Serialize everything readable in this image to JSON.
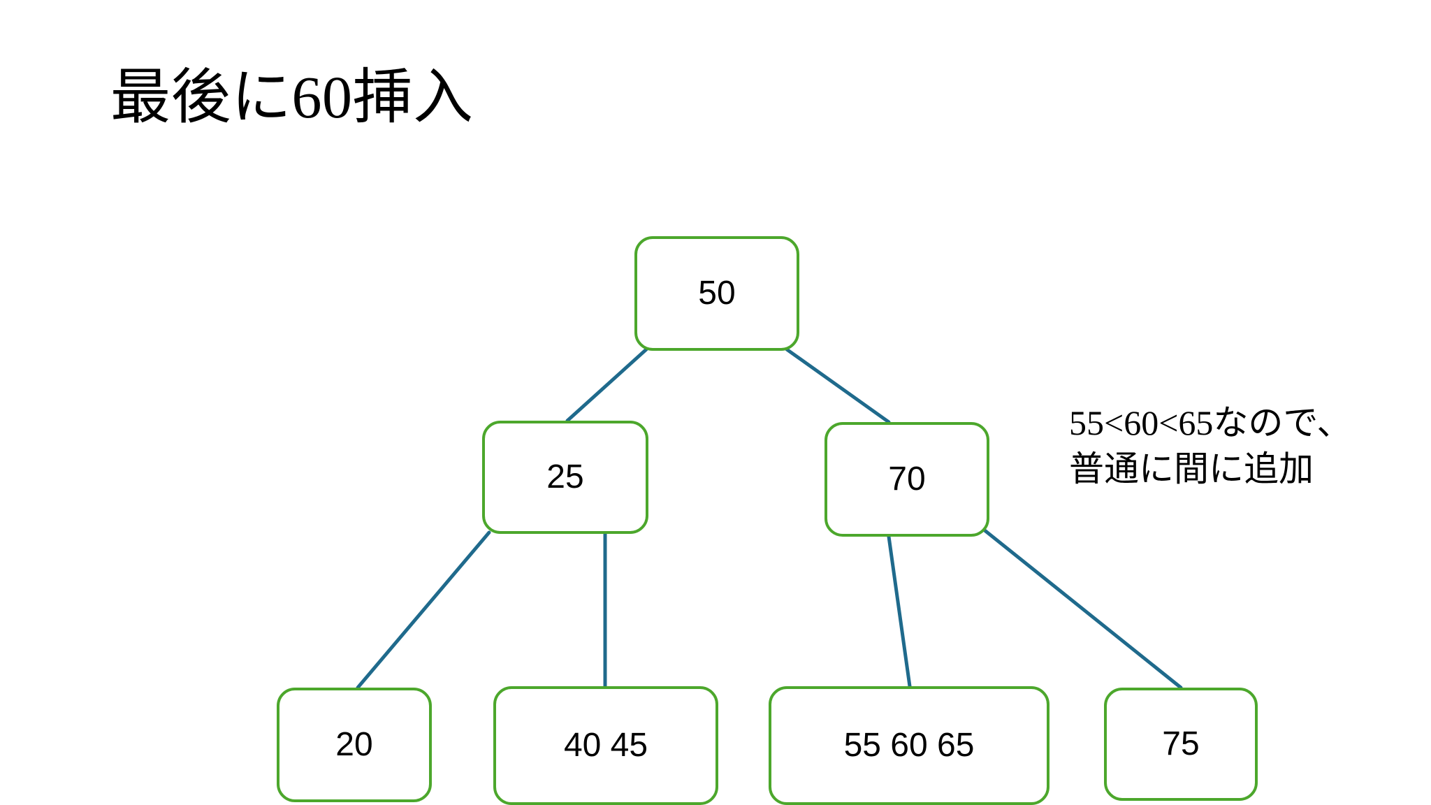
{
  "slide": {
    "title": "最後に60挿入",
    "background_color": "#ffffff",
    "node_border_color": "#4CA72C",
    "edge_color": "#1F6A8C",
    "text_color": "#000000"
  },
  "tree": {
    "root": {
      "label": "50"
    },
    "level2": [
      {
        "label": "25"
      },
      {
        "label": "70"
      }
    ],
    "leaves": [
      {
        "label": "20"
      },
      {
        "label": "40 45"
      },
      {
        "label": "55 60 65"
      },
      {
        "label": "75"
      }
    ]
  },
  "annotation": {
    "line1": "55<60<65なので、",
    "line2": "普通に間に追加"
  }
}
